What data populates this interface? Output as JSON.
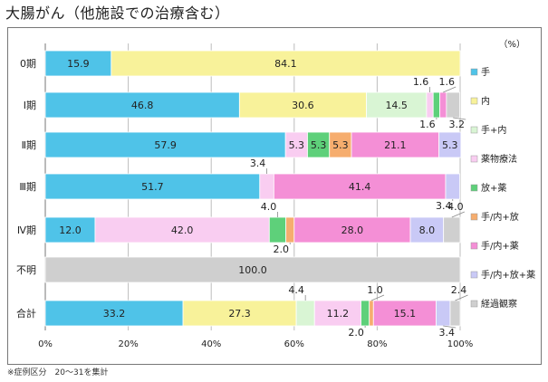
{
  "title": "大腸がん（他施設での治療含む）",
  "footnote": "※症例区分　20～31を集計",
  "chart_data": {
    "type": "bar",
    "orientation": "horizontal",
    "stacked": true,
    "unit_label": "（%）",
    "categories": [
      "0期",
      "Ⅰ期",
      "Ⅱ期",
      "Ⅲ期",
      "Ⅳ期",
      "不明",
      "合計"
    ],
    "xlim": [
      0,
      100
    ],
    "x_ticks": [
      "0%",
      "20%",
      "40%",
      "60%",
      "80%",
      "100%"
    ],
    "grid": true,
    "legend_position": "right",
    "series": [
      {
        "name": "手",
        "color": "#4fc3e8",
        "values": [
          15.9,
          46.8,
          57.9,
          51.7,
          12.0,
          0,
          33.2
        ]
      },
      {
        "name": "内",
        "color": "#f8f29a",
        "values": [
          84.1,
          30.6,
          0,
          0,
          0,
          0,
          27.3
        ]
      },
      {
        "name": "手+内",
        "color": "#d9f5d4",
        "values": [
          0,
          14.5,
          0,
          0,
          0,
          0,
          4.4
        ]
      },
      {
        "name": "薬物療法",
        "color": "#f9cdf1",
        "values": [
          0,
          1.6,
          5.3,
          3.4,
          42.0,
          0,
          11.2
        ]
      },
      {
        "name": "放+薬",
        "color": "#5ed07a",
        "values": [
          0,
          1.6,
          5.3,
          0,
          4.0,
          0,
          2.0
        ]
      },
      {
        "name": "手/内+放",
        "color": "#f6ad6e",
        "values": [
          0,
          0,
          5.3,
          0,
          2.0,
          0,
          1.0
        ]
      },
      {
        "name": "手/内+薬",
        "color": "#f48fd6",
        "values": [
          0,
          1.6,
          21.1,
          41.4,
          28.0,
          0,
          15.1
        ]
      },
      {
        "name": "手/内+放+薬",
        "color": "#c9c9f6",
        "values": [
          0,
          0,
          5.3,
          3.4,
          8.0,
          0,
          3.4
        ]
      },
      {
        "name": "経過観察",
        "color": "#cfcfcf",
        "values": [
          0,
          3.2,
          0,
          0,
          4.0,
          100.0,
          2.4
        ]
      }
    ]
  }
}
